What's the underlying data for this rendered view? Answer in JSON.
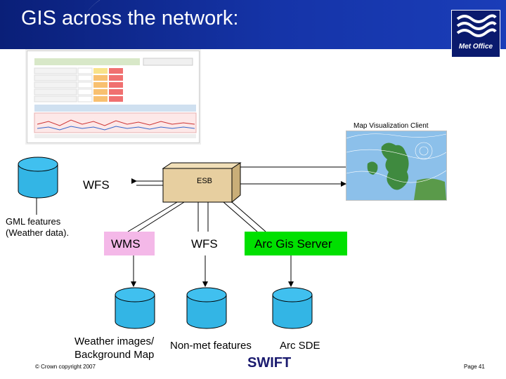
{
  "slide": {
    "title": "GIS across the network:",
    "logo_text": "Met Office",
    "footer_copyright": "© Crown copyright 2007",
    "page_number": "Page 41"
  },
  "diagram": {
    "client_label": "Map Visualization Client",
    "esb_label": "ESB",
    "wfs_top_label": "WFS",
    "gml_label_line1": "GML features",
    "gml_label_line2": "(Weather data).",
    "wms_label": "WMS",
    "wfs_mid_label": "WFS",
    "arcgis_label": "Arc Gis Server",
    "weather_images_line1": "Weather images/",
    "weather_images_line2": "Background Map",
    "nonmet_label": "Non-met features",
    "arcsde_label": "Arc SDE",
    "swift_label": "SWIFT"
  },
  "colors": {
    "header_blue": "#1534a8",
    "cylinder_blue": "#33b5e5",
    "wms_pink": "#f4b8e8",
    "arcgis_green": "#00e000",
    "esb_tan": "#e7cfa0"
  }
}
